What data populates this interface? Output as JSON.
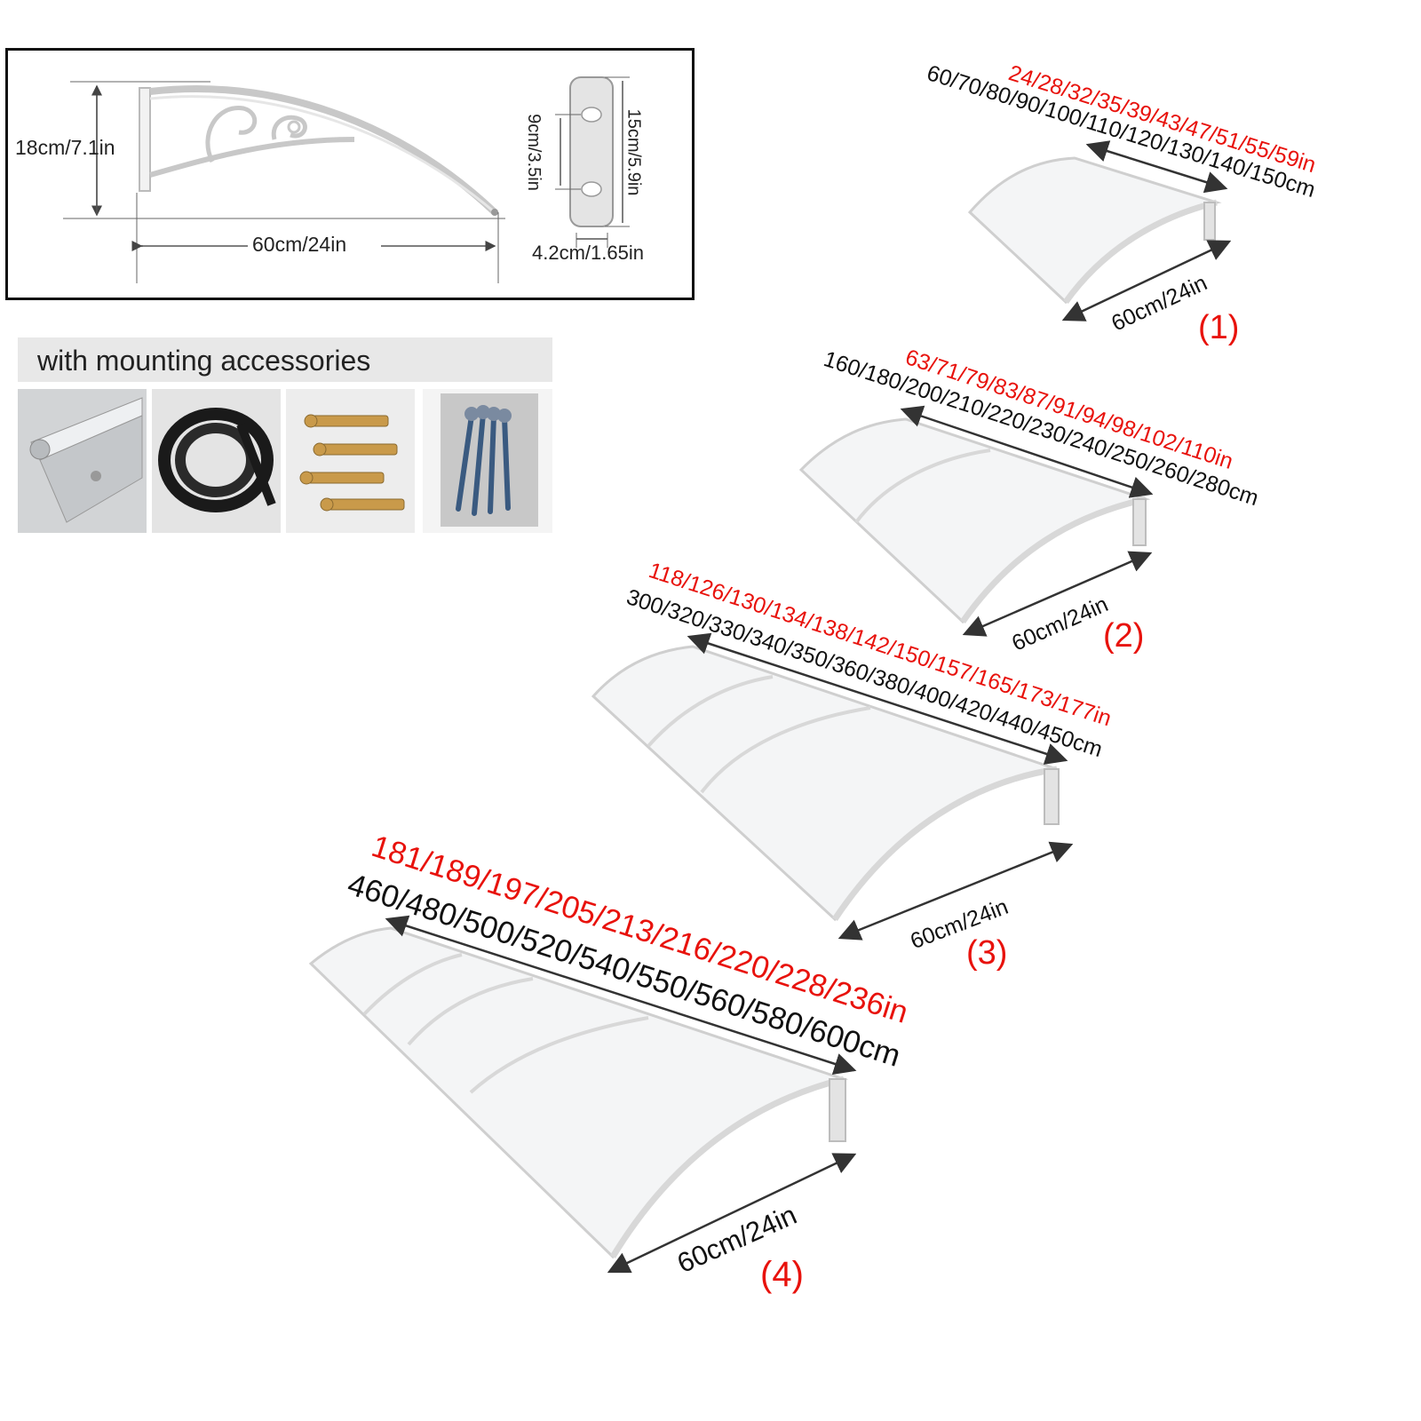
{
  "bracket_diagram": {
    "height_label": "18cm/7.1in",
    "width_label": "60cm/24in",
    "plate_height_label": "15cm/5.9in",
    "hole_spacing_label": "9cm/3.5in",
    "plate_width_label": "4.2cm/1.65in"
  },
  "accessories": {
    "title": "with mounting accessories",
    "items": [
      "aluminum-rail",
      "rubber-seal-strip",
      "expansion-bolts",
      "screws"
    ]
  },
  "sizes": [
    {
      "number": "(1)",
      "inches": "24/28/32/35/39/43/47/51/55/59in",
      "cm": "60/70/80/90/100/110/120/130/140/150cm",
      "depth": "60cm/24in"
    },
    {
      "number": "(2)",
      "inches": "63/71/79/83/87/91/94/98/102/110in",
      "cm": "160/180/200/210/220/230/240/250/260/280cm",
      "depth": "60cm/24in"
    },
    {
      "number": "(3)",
      "inches": "118/126/130/134/138/142/150/157/165/173/177in",
      "cm": "300/320/330/340/350/360/380/400/420/440/450cm",
      "depth": "60cm/24in"
    },
    {
      "number": "(4)",
      "inches": "181/189/197/205/213/216/220/228/236in",
      "cm": "460/480/500/520/540/550/560/580/600cm",
      "depth": "60cm/24in"
    }
  ],
  "colors": {
    "accent_red": "#e8120c",
    "text": "#111111"
  }
}
